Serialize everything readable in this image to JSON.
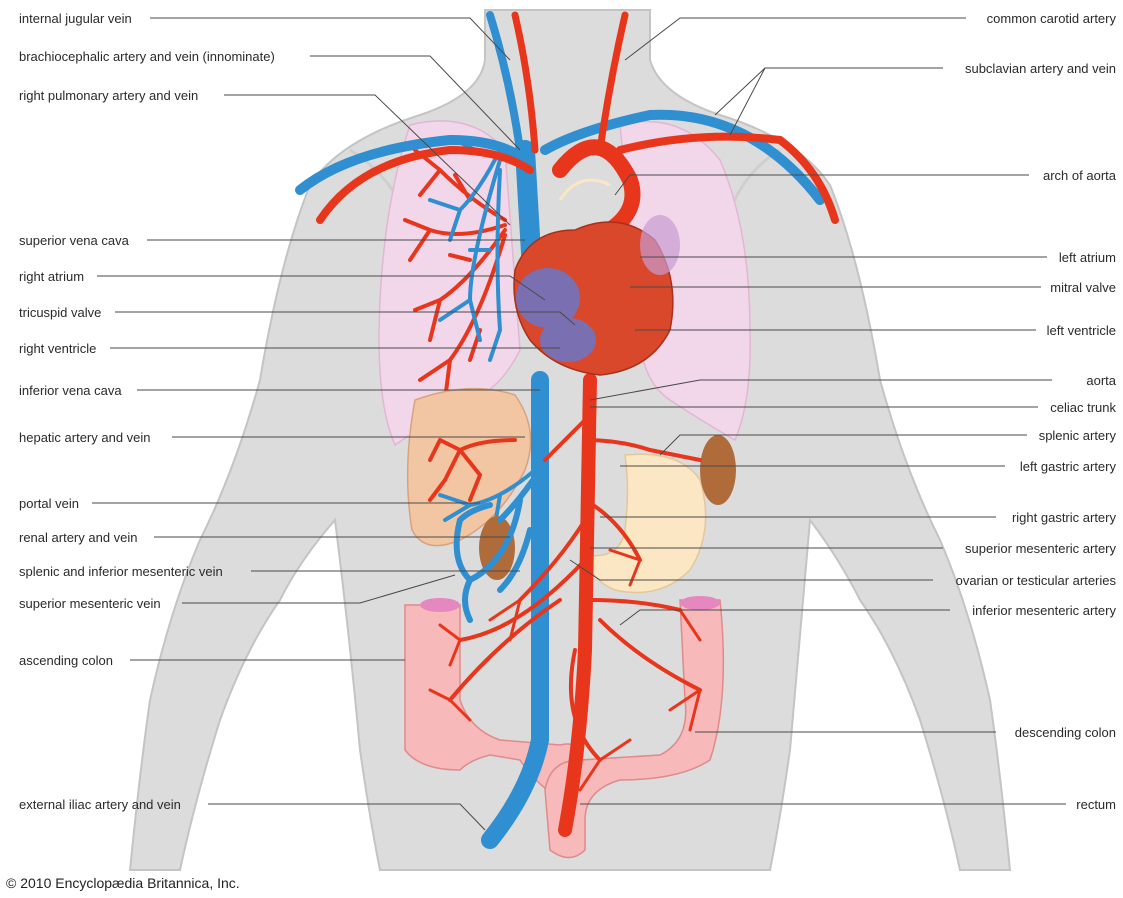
{
  "labels_left": [
    "internal jugular vein",
    "brachiocephalic artery and vein (innominate)",
    "right pulmonary artery and vein",
    "superior vena cava",
    "right atrium",
    "tricuspid valve",
    "right ventricle",
    "inferior vena cava",
    "hepatic artery and vein",
    "portal vein",
    "renal artery and vein",
    "splenic and inferior mesenteric vein",
    "superior mesenteric vein",
    "ascending colon",
    "external iliac artery and vein"
  ],
  "labels_right": [
    "common carotid artery",
    "subclavian artery and vein",
    "arch of aorta",
    "left atrium",
    "mitral valve",
    "left ventricle",
    "aorta",
    "celiac trunk",
    "splenic artery",
    "left gastric artery",
    "right gastric artery",
    "superior mesenteric artery",
    "ovarian or testicular arteries",
    "inferior mesenteric artery",
    "descending colon",
    "rectum"
  ],
  "credit": "© 2010 Encyclopædia Britannica, Inc.",
  "colors": {
    "body": "#dcdcdc",
    "body_outline": "#c4c4c4",
    "artery": "#e8361d",
    "vein": "#2f8fd0",
    "lung": "#f2d6ea",
    "liver": "#f2c6a2",
    "stomach": "#fbe7c4",
    "colon": "#f7b9b9",
    "kidney": "#b06b3a",
    "heart": "#d9482a",
    "heart_chamber": "#7a6fb0"
  }
}
